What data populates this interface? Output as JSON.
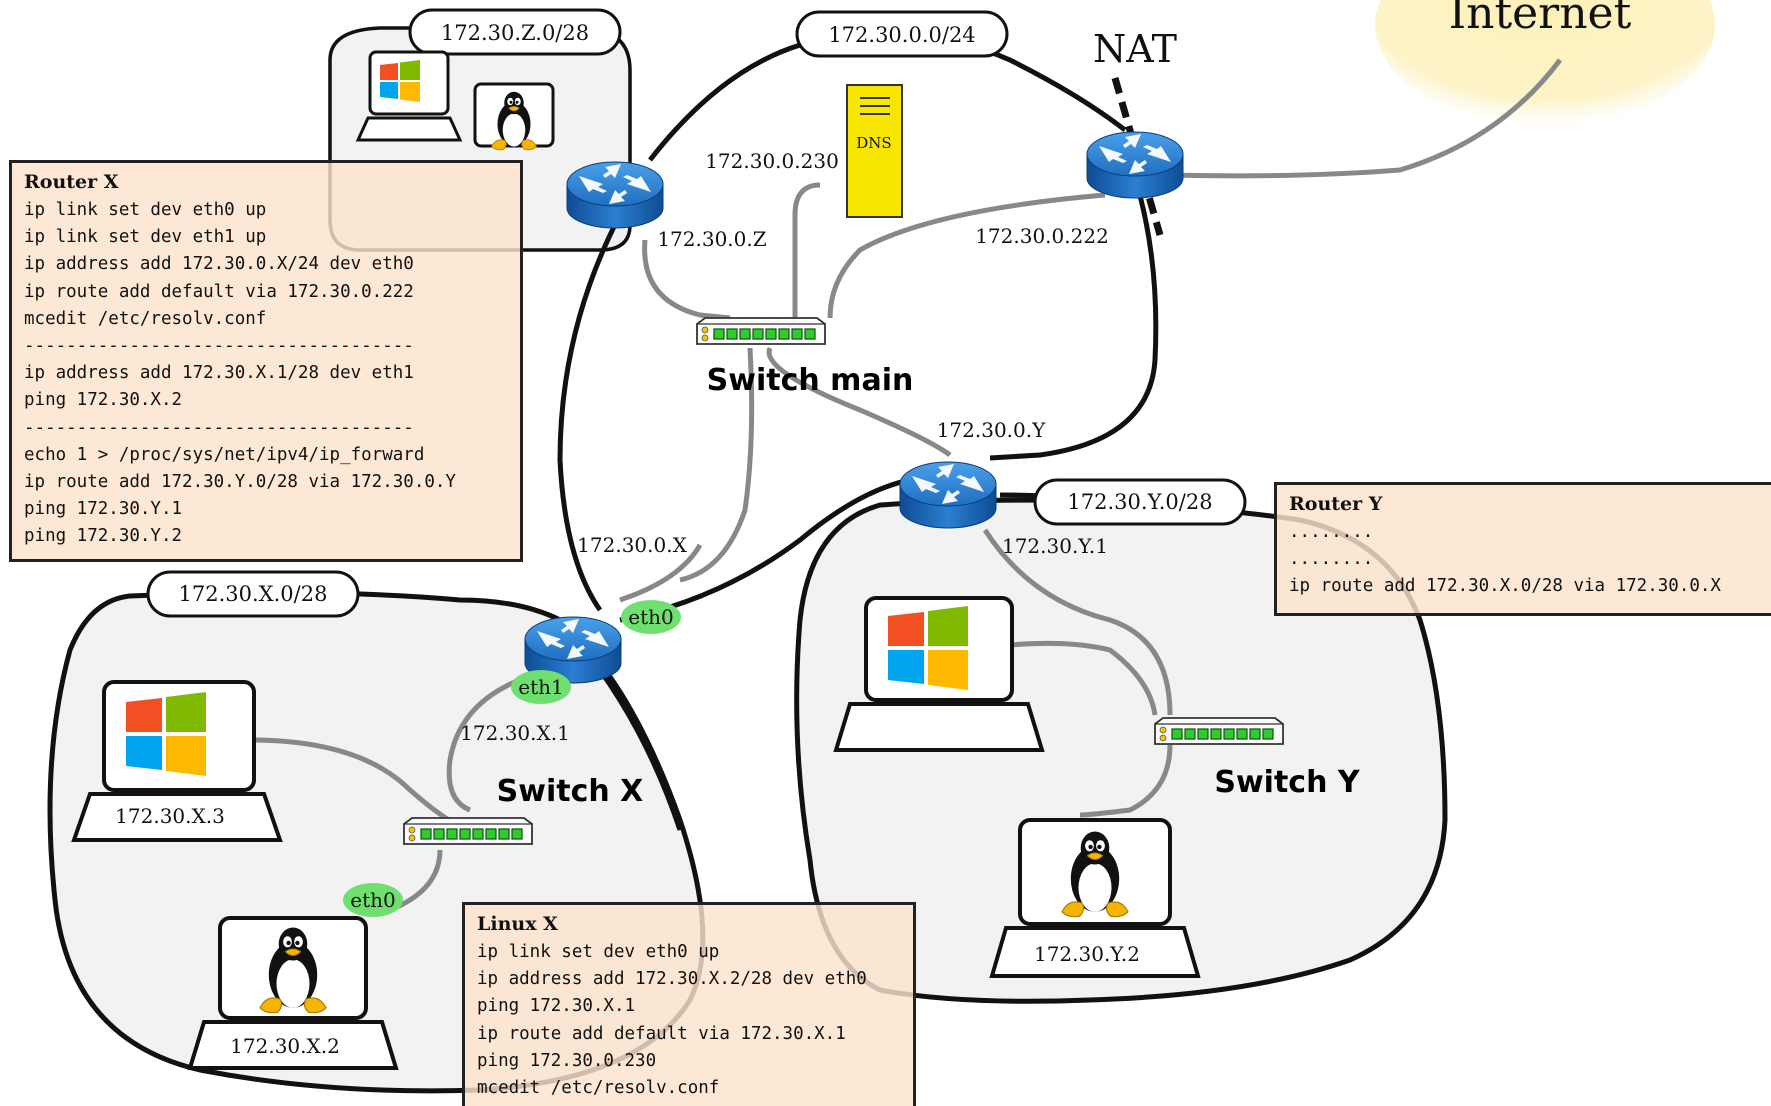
{
  "internet_label": "Internet",
  "nat_label": "NAT",
  "dns_label": "DNS",
  "networks": {
    "main": "172.30.0.0/24",
    "z": "172.30.Z.0/28",
    "x": "172.30.X.0/28",
    "y": "172.30.Y.0/28"
  },
  "ip_labels": {
    "dns_ip": "172.30.0.230",
    "router_z_ip": "172.30.0.Z",
    "nat_ip": "172.30.0.222",
    "router_y_main_ip": "172.30.0.Y",
    "router_y_lan_ip": "172.30.Y.1",
    "router_x_main_ip": "172.30.0.X",
    "router_x_lan_ip": "172.30.X.1",
    "pc_x3": "172.30.X.3",
    "pc_x2": "172.30.X.2",
    "pc_y2": "172.30.Y.2"
  },
  "interfaces": {
    "router_x_eth0": "eth0",
    "router_x_eth1": "eth1",
    "linux_x_eth0": "eth0"
  },
  "switches": {
    "main": "Switch main",
    "x": "Switch X",
    "y": "Switch Y"
  },
  "router_x_box": {
    "title": "Router X",
    "lines": [
      "ip link set dev eth0 up",
      "ip link set dev eth1 up",
      "ip address add 172.30.0.X/24 dev eth0",
      "ip route add default via 172.30.0.222",
      "mcedit /etc/resolv.conf",
      "-------------------------------------",
      "ip address add 172.30.X.1/28 dev eth1",
      "ping 172.30.X.2",
      "-------------------------------------",
      "echo 1 > /proc/sys/net/ipv4/ip_forward",
      "ip route add 172.30.Y.0/28 via 172.30.0.Y",
      "ping 172.30.Y.1",
      "ping 172.30.Y.2"
    ]
  },
  "router_y_box": {
    "title": "Router Y",
    "lines": [
      "........",
      "........",
      "ip route add 172.30.X.0/28 via 172.30.0.X"
    ]
  },
  "linux_x_box": {
    "title": "Linux X",
    "lines": [
      "ip link set dev eth0 up",
      "ip address add 172.30.X.2/28 dev eth0",
      "ping 172.30.X.1",
      "ip route add default via 172.30.X.1",
      "ping 172.30.0.230",
      "mcedit /etc/resolv.conf"
    ]
  },
  "colors": {
    "internet_cloud": "#fdf0b8",
    "router_blue": "#2a7fcf",
    "dns_yellow": "#f7e600",
    "eth_green": "#6fe06f",
    "zone_fill": "#f2f2f2",
    "box_fill": "#fde3cc",
    "cable_gray": "#888888"
  },
  "icons": [
    "router-icon",
    "switch-icon",
    "windows-pc-icon",
    "linux-pc-icon",
    "dns-server-icon",
    "internet-cloud-icon"
  ]
}
